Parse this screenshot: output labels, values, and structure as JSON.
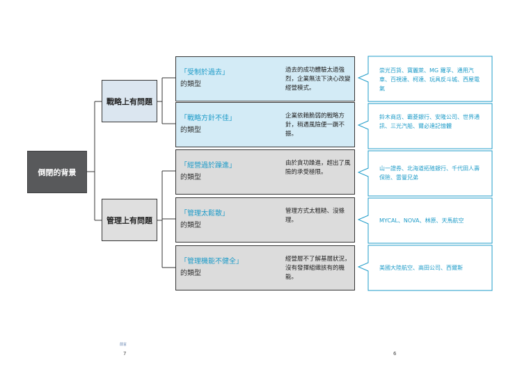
{
  "root": {
    "label": "倒閉的背景"
  },
  "categories": [
    {
      "label": "戰略上有問題"
    },
    {
      "label": "管理上有問題"
    }
  ],
  "types": [
    {
      "quote": "「受制於過去」",
      "suffix": "的類型",
      "desc": "過去的成功體驗太過強烈，企業無法下決心改變經營模式。",
      "examples": "崇光百貨、寶麗萊、MG 羅孚、通用汽車、百視達、柯達、玩具反斗城、西屋電氣"
    },
    {
      "quote": "「戰略方針不佳」",
      "suffix": "的類型",
      "desc": "企業依賴脆弱的戰略方針，稍遇風險便一蹶不振。",
      "examples": "鈴木商店、霸菱銀行、安隆公司、世界通訊、三光汽船、爾必達記憶體"
    },
    {
      "quote": "「經營過於躁進」",
      "suffix": "的類型",
      "desc": "由於貪功躁進，超出了風險的承受極限。",
      "examples": "山一證券、北海道拓殖銀行、千代田人壽保險、雷曼兄弟"
    },
    {
      "quote": "「管理太鬆散」",
      "suffix": "的類型",
      "desc": "管理方式太粗糙、沒條理。",
      "examples": "MYCAL、NOVA、林原、天馬航空"
    },
    {
      "quote": "「管理機能不健全」",
      "suffix": "的類型",
      "desc": "經營層不了解基層狀況，沒有發揮組織該有的機能。",
      "examples": "美國大陸航空、高田公司、西爾斯"
    }
  ],
  "footer": {
    "small_label": "前言",
    "left_page": "7",
    "right_page": "6"
  },
  "colors": {
    "accent": "#1d9bc8",
    "root_bg": "#58595b",
    "blue_fill": "#d3ebf6",
    "gray_fill": "#dcdcdc"
  }
}
